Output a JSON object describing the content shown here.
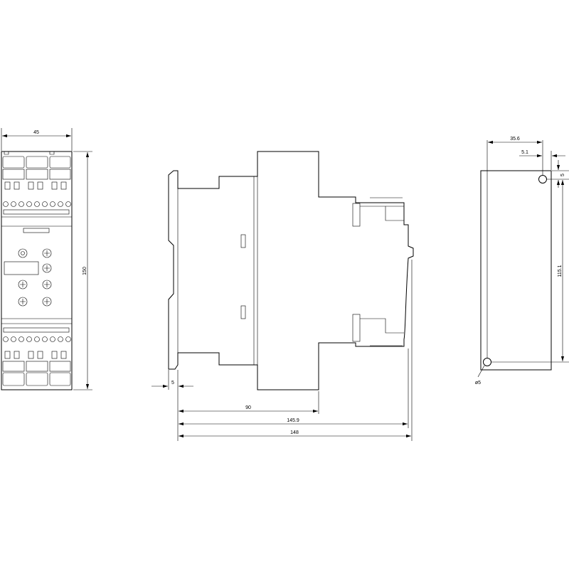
{
  "front_view": {
    "width_label": "45",
    "height_label": "150"
  },
  "side_view": {
    "offset_label": "5",
    "depth_label_1": "90",
    "depth_label_2": "145.9",
    "depth_label_3": "148"
  },
  "mounting_view": {
    "width_label": "35.6",
    "hole_offset_x_label": "5.1",
    "hole_offset_y_label": "5",
    "height_label": "115.1",
    "hole_diameter_label": "ø5"
  }
}
